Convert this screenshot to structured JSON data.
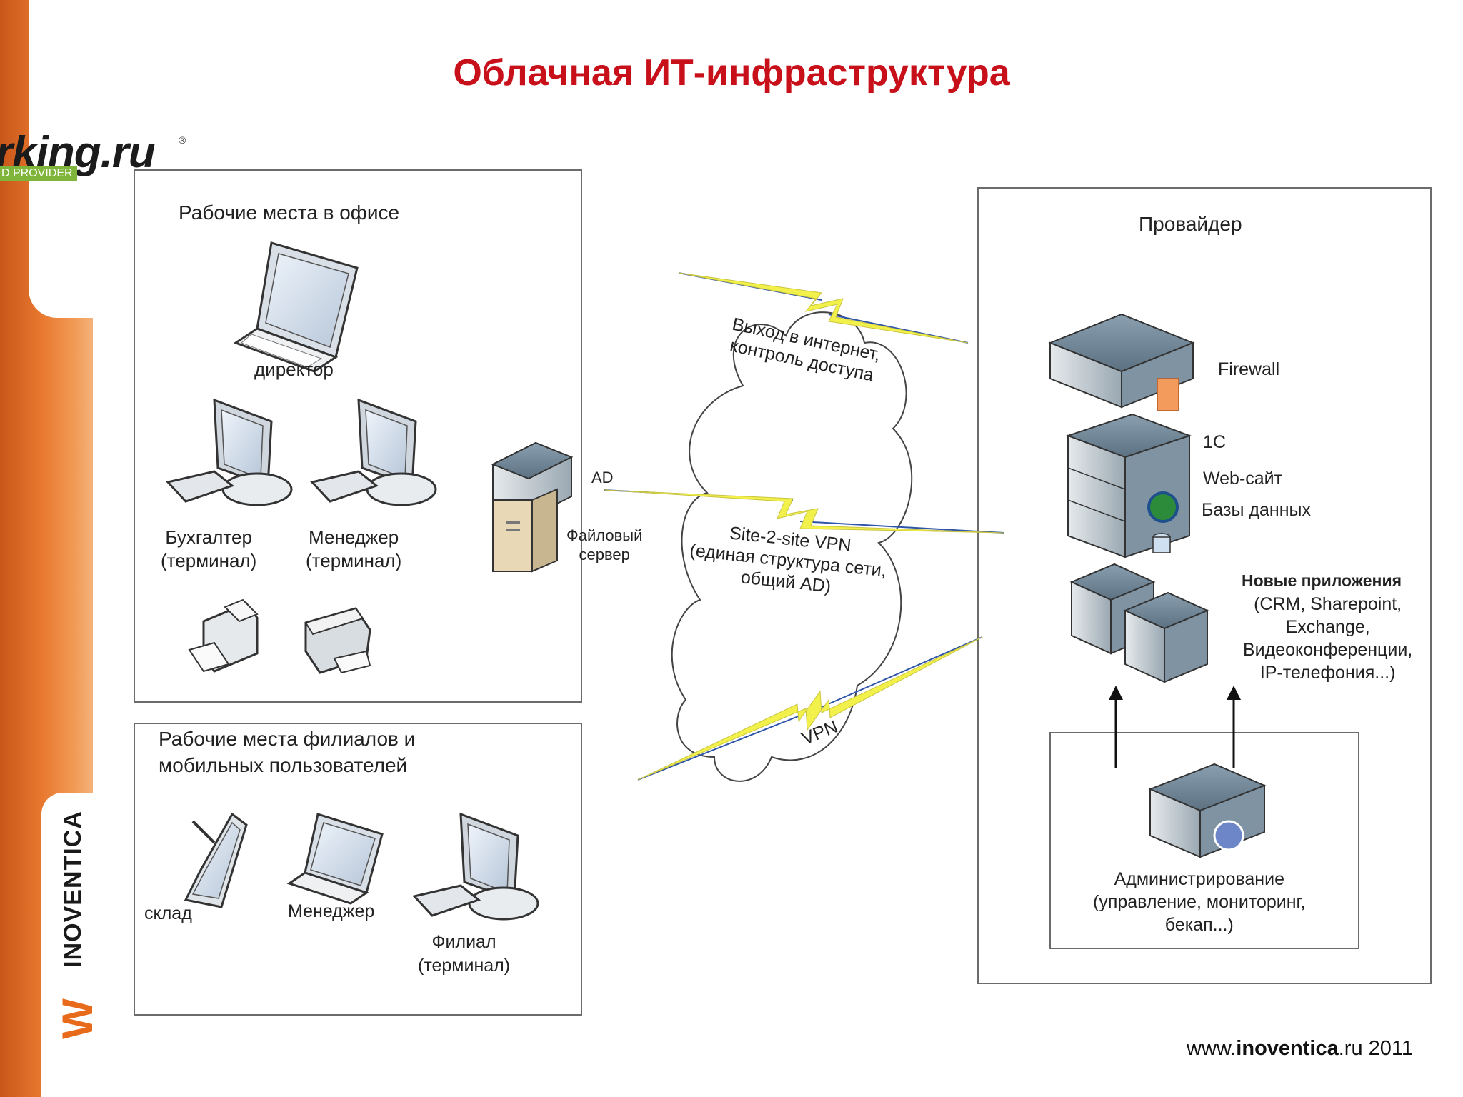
{
  "title": "Облачная ИТ-инфраструктура",
  "brand": {
    "text": "rking.ru",
    "badge": "D PROVIDER",
    "vertical_logo": "INOVENTICA"
  },
  "office": {
    "heading": "Рабочие места в офисе",
    "director": "директор",
    "accountant": "Бухгалтер\n(терминал)",
    "manager": "Менеджер\n(терминал)",
    "ad_label": "AD",
    "file_server": "Файловый\nсервер"
  },
  "branches": {
    "heading": "Рабочие места филиалов и\nмобильных пользователей",
    "warehouse": "склад",
    "manager": "Менеджер",
    "branch": "Филиал\n(терминал)"
  },
  "cloud": {
    "internet": "Выход в интернет,\nконтроль доступа",
    "s2s": "Site-2-site VPN\n(единая структура сети,\nобщий AD)",
    "vpn": "VPN"
  },
  "provider": {
    "heading": "Провайдер",
    "firewall": "Firewall",
    "onec": "1С",
    "website": "Web-сайт",
    "databases": "Базы данных",
    "new_apps_title": "Новые приложения",
    "new_apps_list": "(CRM, Sharepoint,\nExchange,\nВидеоконференции,\nIP-телефония...)",
    "admin": "Администрирование\n(управление, мониторинг,\nбекап...)"
  },
  "footer": {
    "prefix": "www.",
    "bold": "inoventica",
    "suffix": ".ru 2011"
  },
  "colors": {
    "title": "#c8101b",
    "bolt": "#f2f04a",
    "accent": "#e86b1c"
  }
}
